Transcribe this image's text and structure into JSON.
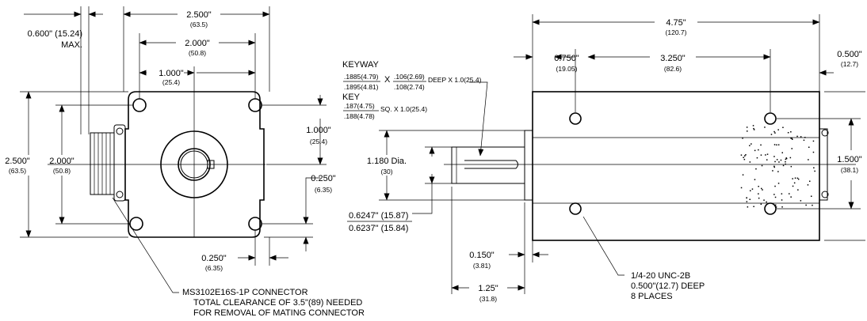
{
  "front_view": {
    "dim_width_outer": "2.500\"",
    "dim_width_outer_mm": "(63.5)",
    "dim_width_inner": "2.000\"",
    "dim_width_inner_mm": "(50.8)",
    "dim_half": "1.000\"",
    "dim_half_mm": "(25.4)",
    "dim_connector": "0.600\" (15.24)",
    "dim_connector_max": "MAX.",
    "dim_height_outer": "2.500\"",
    "dim_height_outer_mm": "(63.5)",
    "dim_height_inner": "2.000\"",
    "dim_height_inner_mm": "(50.8)",
    "dim_right_half": "1.000\"",
    "dim_right_half_mm": "(25.4)",
    "dim_right_small": "0.250\"",
    "dim_right_small_mm": "(6.35)",
    "dim_bottom_small": "0.250\"",
    "dim_bottom_small_mm": "(6.35)",
    "connector_note_1": "MS3102E16S-1P CONNECTOR",
    "connector_note_2": "TOTAL CLEARANCE OF 3.5\"(89) NEEDED",
    "connector_note_3": "FOR REMOVAL OF MATING CONNECTOR"
  },
  "side_view": {
    "keyway_label": "KEYWAY",
    "keyway_w_top": ".1885(4.79)",
    "keyway_w_bot": ".1895(4.81)",
    "keyway_x": "X",
    "keyway_d_top": ".106(2.69)",
    "keyway_d_bot": ".108(2.74)",
    "keyway_deep": "DEEP X 1.0(25.4)",
    "key_label": "KEY",
    "key_top": ".187(4.75)",
    "key_bot": ".188(4.78)",
    "key_sq": "SQ. X 1.0(25.4)",
    "dim_total_len": "4.75\"",
    "dim_total_len_mm": "(120.7)",
    "dim_left_hole": "0.750\"",
    "dim_left_hole_mm": "(19.05)",
    "dim_hole_span": "3.250\"",
    "dim_hole_span_mm": "(82.6)",
    "dim_right_end": "0.500\"",
    "dim_right_end_mm": "(12.7)",
    "dim_pilot": "1.180 Dia.",
    "dim_pilot_mm": "(30)",
    "dim_shaft_top": "0.6247\" (15.87)",
    "dim_shaft_bot": "0.6237\" (15.84)",
    "dim_hole_vert": "1.500\"",
    "dim_hole_vert_mm": "(38.1)",
    "dim_flange": "0.150\"",
    "dim_flange_mm": "(3.81)",
    "dim_shaft_len": "1.25\"",
    "dim_shaft_len_mm": "(31.8)",
    "tap_note_1": "1/4-20 UNC-2B",
    "tap_note_2": "0.500\"(12.7) DEEP",
    "tap_note_3": "8 PLACES"
  }
}
